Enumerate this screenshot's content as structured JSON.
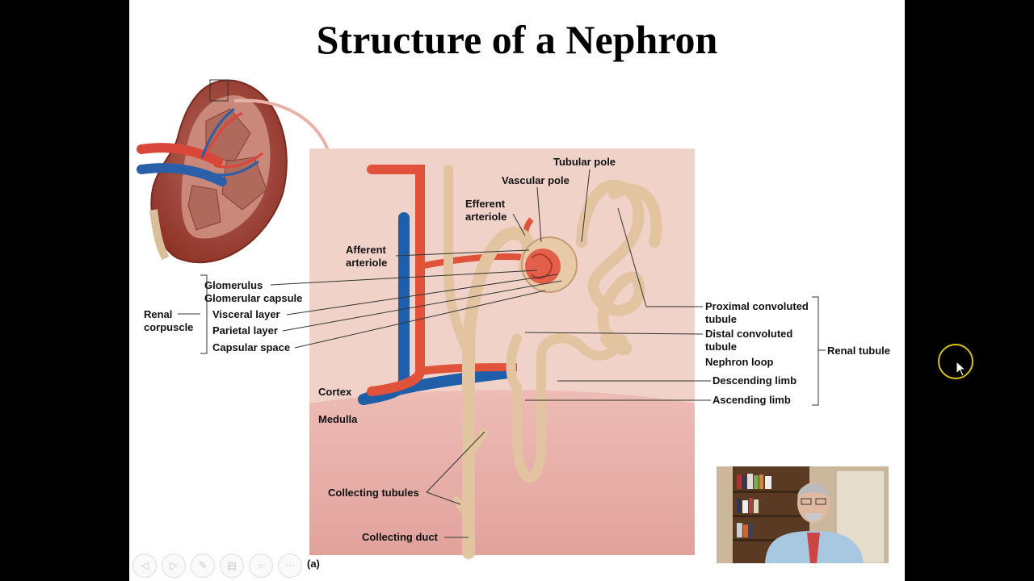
{
  "slide": {
    "title": "Structure of a Nephron",
    "figure_tag": "(a)"
  },
  "labels": {
    "tubular_pole": "Tubular pole",
    "vascular_pole": "Vascular pole",
    "efferent_arteriole": [
      "Efferent",
      "arteriole"
    ],
    "afferent_arteriole": [
      "Afferent",
      "arteriole"
    ],
    "glomerulus": "Glomerulus",
    "glomerular_capsule": "Glomerular capsule",
    "visceral_layer": "Visceral layer",
    "parietal_layer": "Parietal layer",
    "capsular_space": "Capsular space",
    "renal_corpuscle": [
      "Renal",
      "corpuscle"
    ],
    "proximal_convoluted_tubule": [
      "Proximal convoluted",
      "tubule"
    ],
    "distal_convoluted_tubule": [
      "Distal convoluted",
      "tubule"
    ],
    "nephron_loop": "Nephron loop",
    "descending_limb": "Descending limb",
    "ascending_limb": "Ascending limb",
    "renal_tubule": "Renal tubule",
    "cortex": "Cortex",
    "medulla": "Medulla",
    "collecting_tubules": "Collecting tubules",
    "collecting_duct": "Collecting duct"
  },
  "toolbar": {
    "buttons": [
      {
        "icon": "previous-arrow-icon",
        "glyph": "◁"
      },
      {
        "icon": "next-arrow-icon",
        "glyph": "▷"
      },
      {
        "icon": "pen-icon",
        "glyph": "✎"
      },
      {
        "icon": "slides-icon",
        "glyph": "▤"
      },
      {
        "icon": "zoom-icon",
        "glyph": "⌕"
      },
      {
        "icon": "more-options-icon",
        "glyph": "⋯"
      }
    ]
  },
  "colors": {
    "artery": "#e0533a",
    "vein": "#1f5ea8",
    "tubule": "#e3c4a0",
    "cortex_bg": "#f3d5cc",
    "medulla_bg": "#e8aea8",
    "cursor_ring": "#d8c411"
  }
}
